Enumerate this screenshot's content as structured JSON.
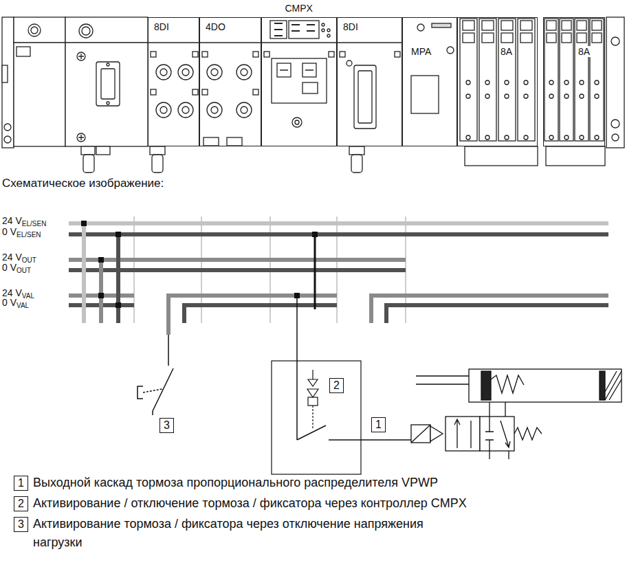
{
  "diagram": {
    "nodes": [
      {
        "text": [
          "8DI"
        ]
      },
      {
        "text": [
          "4DO"
        ]
      },
      {
        "text": [
          "CMPX"
        ]
      },
      {
        "text": [
          "8DI"
        ]
      },
      {
        "text": [
          "MPA"
        ]
      },
      {
        "text": [
          "8A"
        ]
      },
      {
        "text": [
          "8A"
        ]
      }
    ],
    "labels": [
      "Схематическое изображение:",
      "24 V",
      "EL/SEN",
      "0 V",
      "EL/SEN",
      "24 V",
      "OUT",
      "0 V",
      "OUT",
      "24 V",
      "VAL",
      "0 V",
      "VAL",
      "1",
      "2",
      "3",
      "1",
      "2",
      "3"
    ],
    "legend": [
      {
        "text": "Выходной каскад тормоза пропорционального распределителя VPWP"
      },
      {
        "text": "Активирование / отключение тормоза / фиксатора через контроллер CMPX"
      },
      {
        "text": "Активирование тормоза / фиксатора через отключение напряжения нагрузки"
      }
    ]
  }
}
